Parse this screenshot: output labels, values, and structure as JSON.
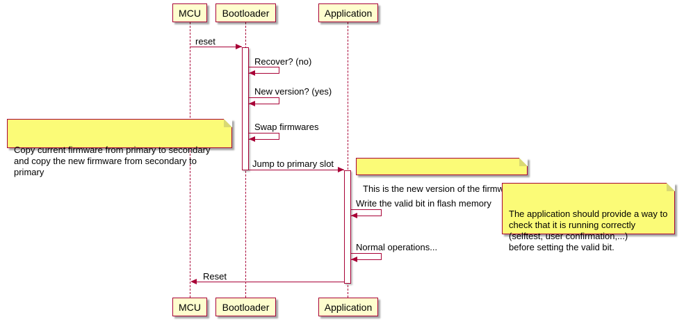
{
  "diagram": {
    "type": "sequence",
    "participants": [
      {
        "label": "MCU"
      },
      {
        "label": "Bootloader"
      },
      {
        "label": "Application"
      }
    ],
    "messages": {
      "reset": "reset",
      "recover": "Recover? (no)",
      "new_version": "New version? (yes)",
      "swap": "Swap firmwares",
      "jump": "Jump to primary slot",
      "write_valid": "Write the valid bit in flash memory",
      "normal_ops": "Normal operations...",
      "reset_return": "Reset"
    },
    "notes": {
      "copy": "Copy current firmware from primary to secondary\nand copy the new firmware from secondary to primary",
      "new_firmware": "This is the new version of the firmware",
      "selftest": "The application should provide a way to\ncheck that it is running correctly\n(selftest, user confirmation,...)\nbefore setting the valid bit."
    },
    "colors": {
      "line": "#A80036",
      "participant_bg": "#FEFECE",
      "note_bg": "#FBFB77"
    }
  }
}
